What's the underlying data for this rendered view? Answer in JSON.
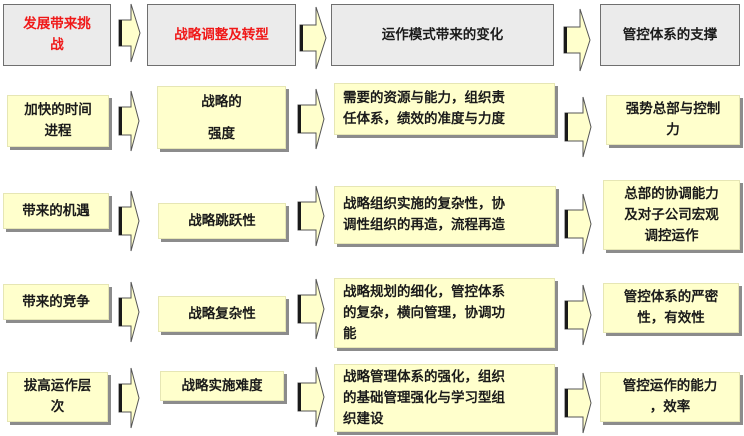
{
  "colors": {
    "header_bg": "#ebebeb",
    "cell_bg": "#ffffcc",
    "arrow_fill": "#ffffcc",
    "red_text": "#f01818",
    "shadow": "#8c8c8c"
  },
  "header": [
    {
      "label": "发展带来挑战",
      "lines": [
        "发展带来挑",
        "战"
      ]
    },
    {
      "label": "战略调整及转型"
    },
    {
      "label": "运作模式带来的变化"
    },
    {
      "label": "管控体系的支撑"
    }
  ],
  "rows": [
    {
      "challenge": {
        "lines": [
          "加快的时间",
          "进程"
        ]
      },
      "strategy": {
        "lines": [
          "战略的",
          "强度"
        ]
      },
      "change": {
        "lines": [
          "需要的资源与能力，组织责",
          "任体系，绩效的准度与力度"
        ]
      },
      "support": {
        "lines": [
          "强势总部与控制",
          "力"
        ]
      }
    },
    {
      "challenge": {
        "lines": [
          "带来的机遇"
        ]
      },
      "strategy": {
        "lines": [
          "战略跳跃性"
        ]
      },
      "change": {
        "lines": [
          "战略组织实施的复杂性，协",
          "调性组织的再造，流程再造"
        ]
      },
      "support": {
        "lines": [
          "总部的协调能力",
          "及对子公司宏观",
          "调控运作"
        ]
      }
    },
    {
      "challenge": {
        "lines": [
          "带来的竞争"
        ]
      },
      "strategy": {
        "lines": [
          "战略复杂性"
        ]
      },
      "change": {
        "lines": [
          "战略规划的细化，管控体系",
          "的复杂，横向管理，协调功",
          "能"
        ]
      },
      "support": {
        "lines": [
          "管控体系的严密",
          "性，有效性"
        ]
      }
    },
    {
      "challenge": {
        "lines": [
          "拔高运作层",
          "次"
        ]
      },
      "strategy": {
        "lines": [
          "战略实施难度"
        ]
      },
      "change": {
        "lines": [
          "战略管理体系的强化，组织",
          "的基础管理强化与学习型组",
          "织建设"
        ]
      },
      "support": {
        "lines": [
          "管控运作的能力",
          "，效率"
        ]
      }
    }
  ],
  "icons": {
    "arrow": "right-block-arrow"
  }
}
